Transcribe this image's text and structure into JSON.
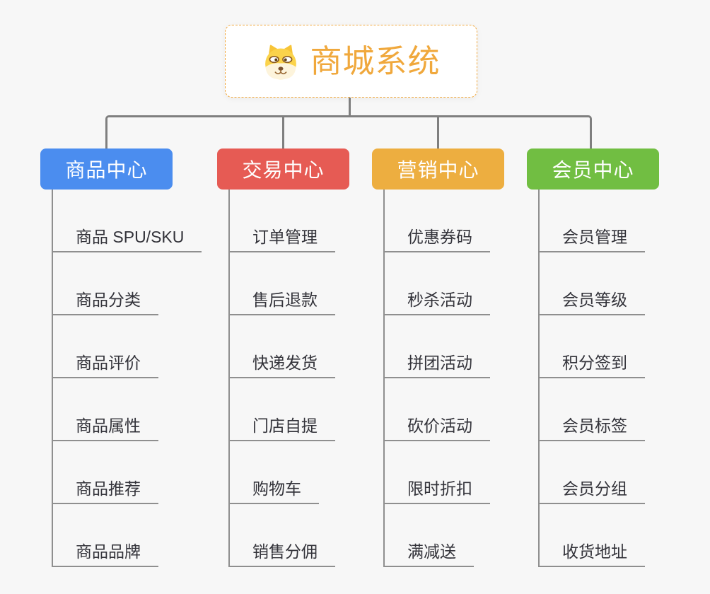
{
  "root": {
    "title": "商城系统",
    "icon": "doge-icon",
    "text_color": "#F0A83C",
    "border_color": "#F2A93E"
  },
  "branches": [
    {
      "label": "商品中心",
      "color": "#4B8DEF",
      "children": [
        "商品 SPU/SKU",
        "商品分类",
        "商品评价",
        "商品属性",
        "商品推荐",
        "商品品牌"
      ]
    },
    {
      "label": "交易中心",
      "color": "#E65B54",
      "children": [
        "订单管理",
        "售后退款",
        "快递发货",
        "门店自提",
        "购物车",
        "销售分佣"
      ]
    },
    {
      "label": "营销中心",
      "color": "#EDAE40",
      "children": [
        "优惠券码",
        "秒杀活动",
        "拼团活动",
        "砍价活动",
        "限时折扣",
        "满减送"
      ]
    },
    {
      "label": "会员中心",
      "color": "#71BE42",
      "children": [
        "会员管理",
        "会员等级",
        "积分签到",
        "会员标签",
        "会员分组",
        "收货地址"
      ]
    }
  ],
  "colors": {
    "background": "#F7F7F7",
    "connector": "#7F7F7F",
    "underline": "#8F8F8F",
    "child_text": "#33333A",
    "node_text": "#FFFFFF"
  }
}
